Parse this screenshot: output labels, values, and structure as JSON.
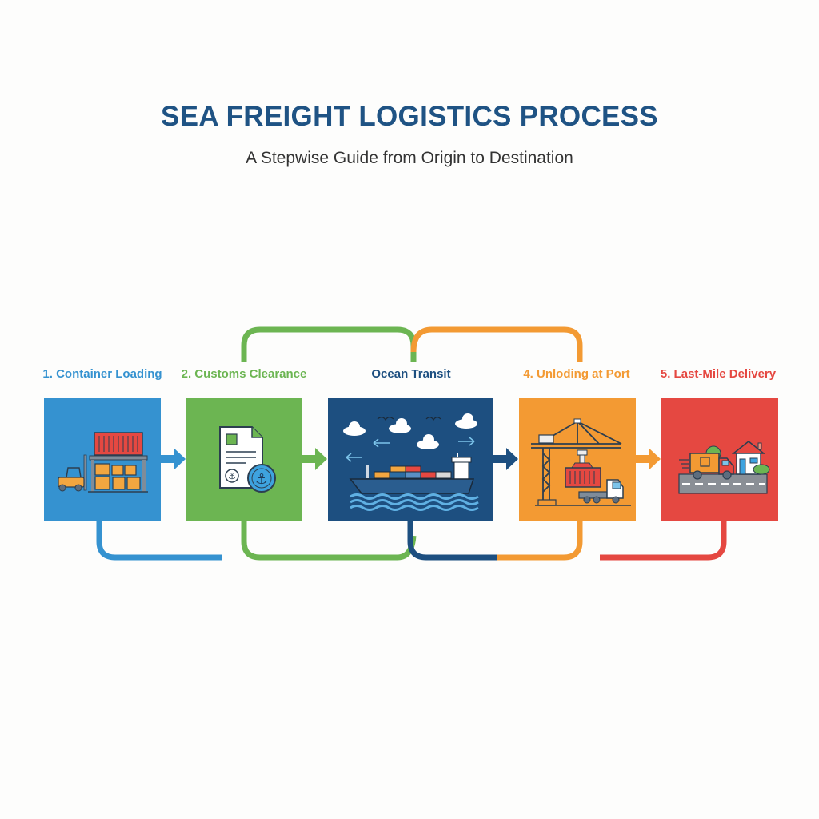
{
  "header": {
    "title": "SEA FREIGHT LOGISTICS PROCESS",
    "subtitle": "A Stepwise Guide from Origin to Destination"
  },
  "colors": {
    "title": "#1f5384",
    "step1": "#3592d0",
    "step2": "#6cb552",
    "step3": "#1d4f80",
    "step4": "#f39a33",
    "step5": "#e54841"
  },
  "steps": [
    {
      "label": "1. Container Loading",
      "icon": "forklift-container-warehouse-icon",
      "color": "#3592d0"
    },
    {
      "label": "2. Customs Clearance",
      "icon": "customs-document-anchor-stamp-icon",
      "color": "#6cb552"
    },
    {
      "label": "Ocean Transit",
      "icon": "container-ship-ocean-icon",
      "color": "#1d4f80"
    },
    {
      "label": "4. Unloding at Port",
      "icon": "port-crane-truck-icon",
      "color": "#f39a33"
    },
    {
      "label": "5. Last-Mile Delivery",
      "icon": "delivery-truck-house-icon",
      "color": "#e54841"
    }
  ]
}
